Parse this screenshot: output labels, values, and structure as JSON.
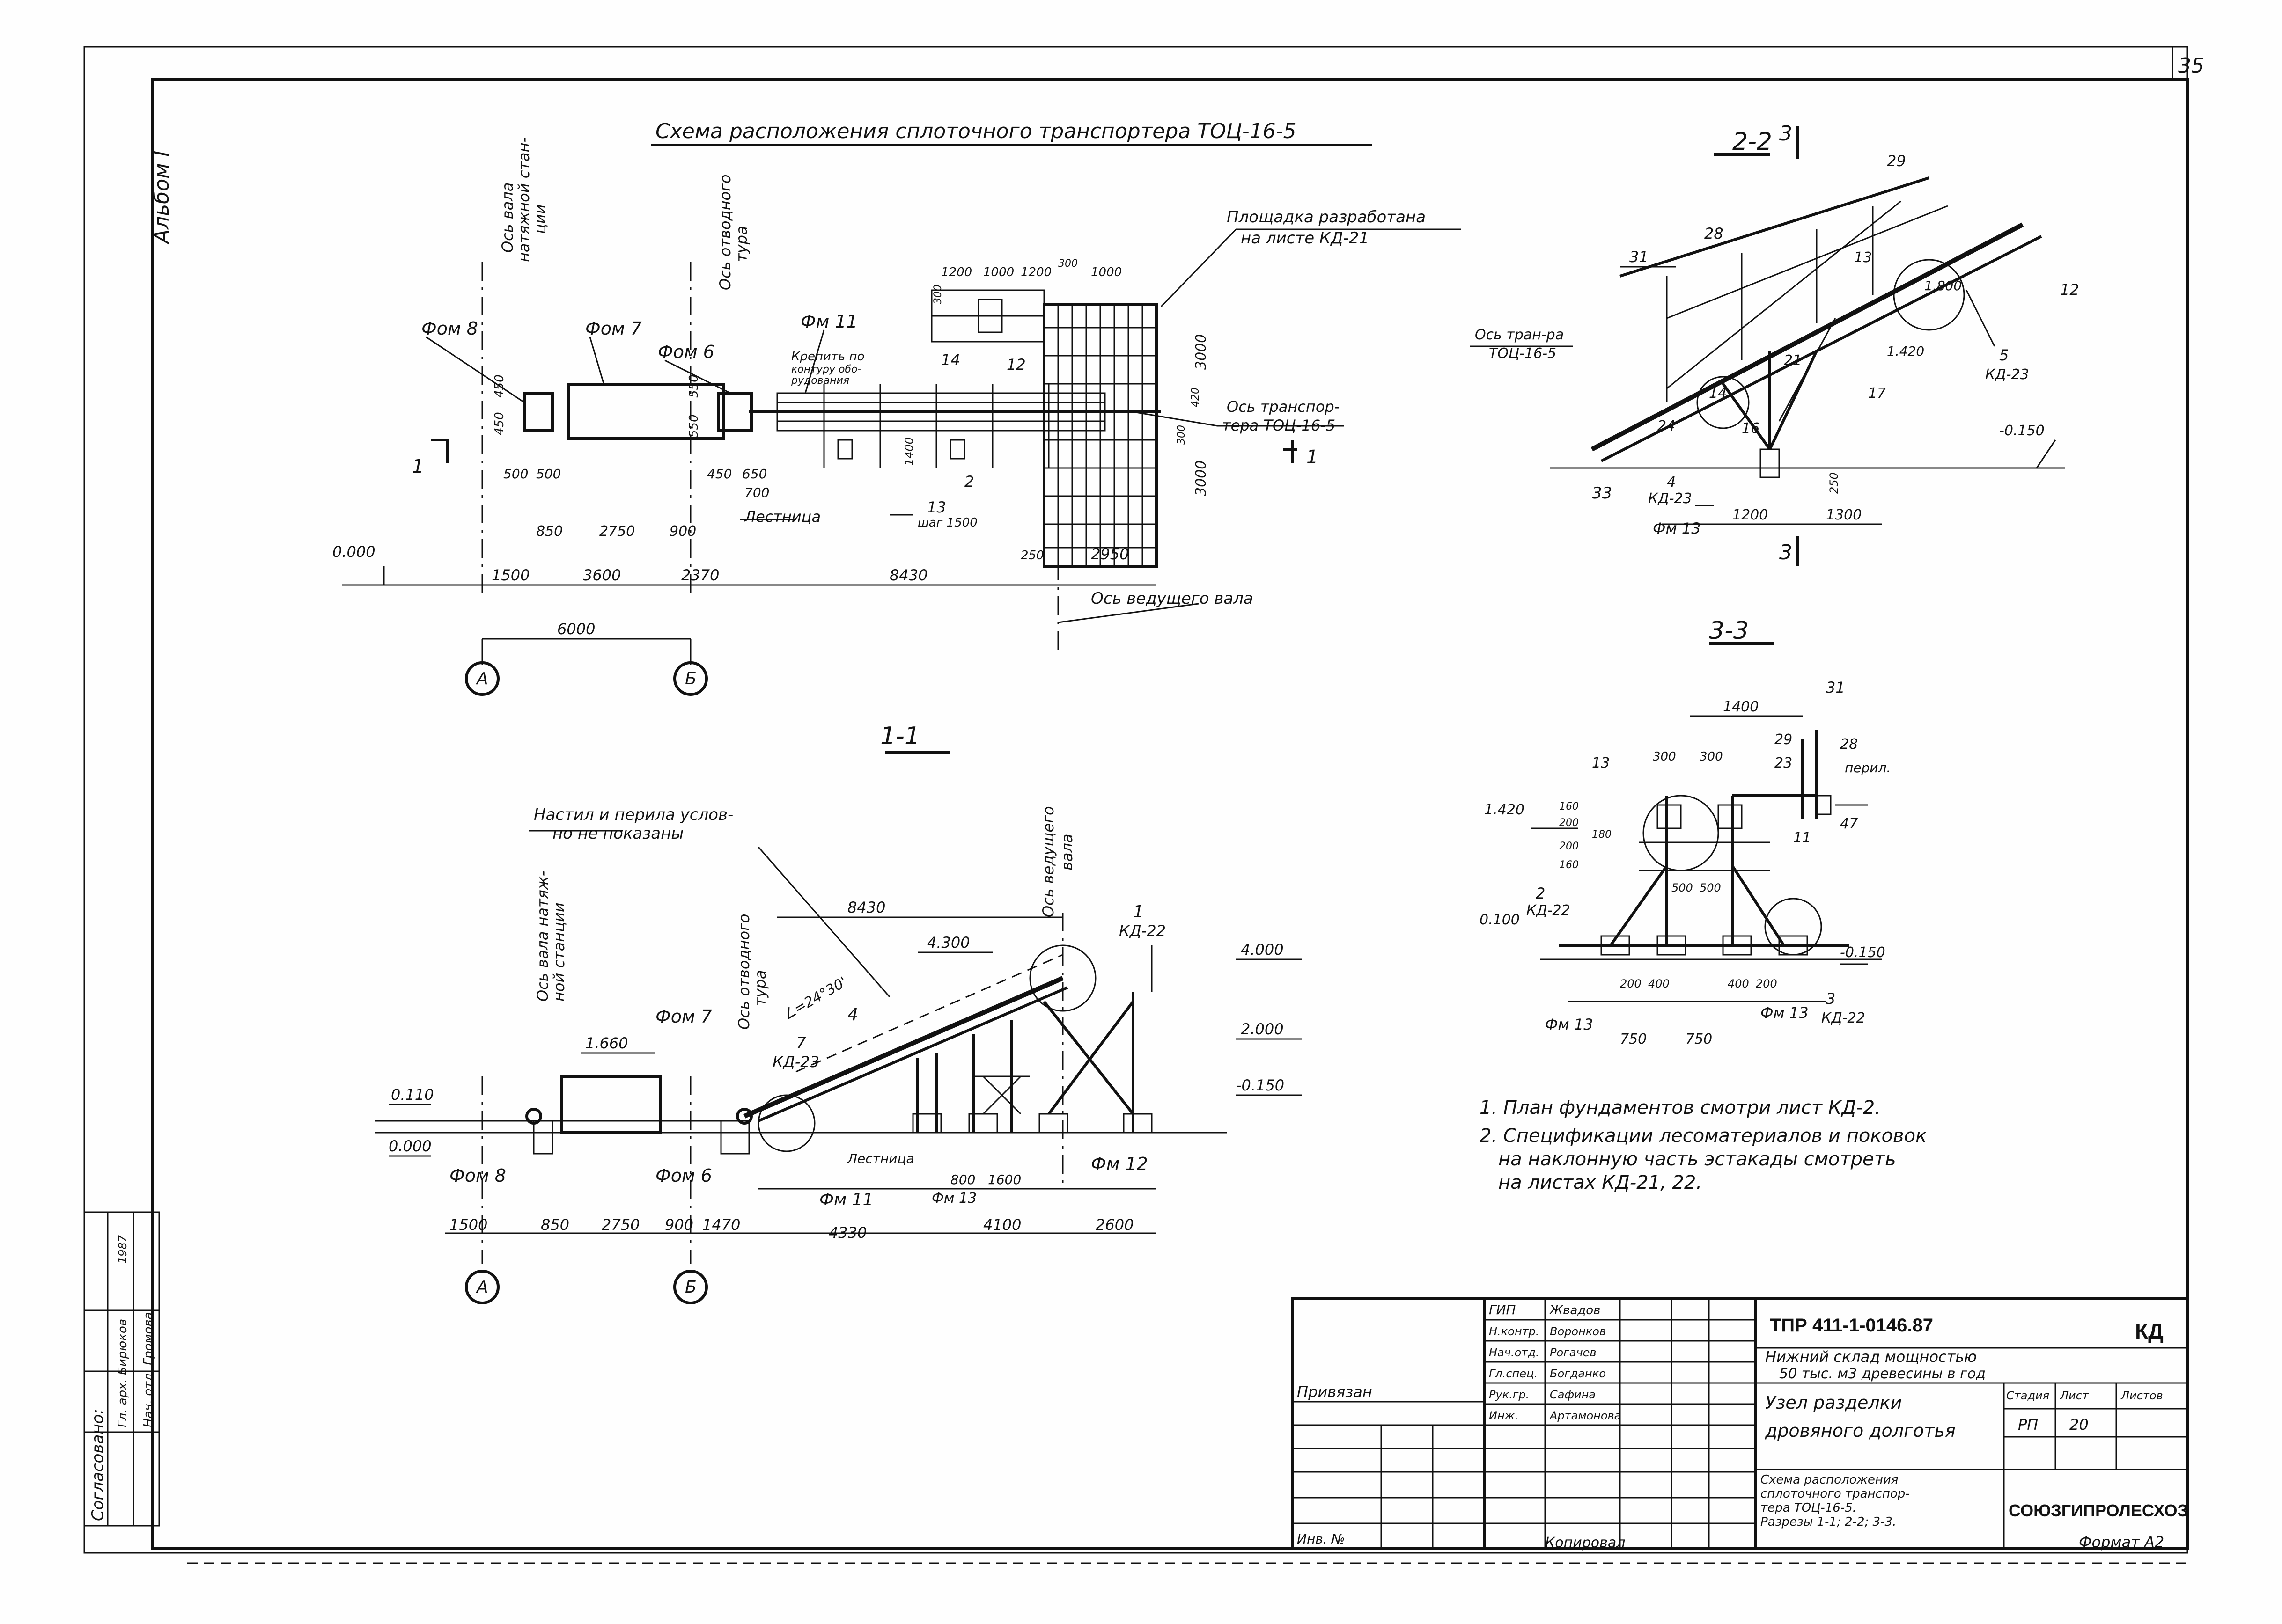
{
  "sheet": {
    "page_number": "35",
    "album": "Альбом I",
    "format": "Формат А2",
    "copied": "Копировал"
  },
  "plan": {
    "title": "Схема расположения сплоточного транспортера ТОЦ-16-5",
    "platform_note_1": "Площадка разработана",
    "platform_note_2": "на листе КД-21",
    "axis_tension_1": "Ось вала",
    "axis_tension_2": "натяжной стан-",
    "axis_tension_3": "ции",
    "axis_guide_1": "Ось отводного",
    "axis_guide_2": "тура",
    "axis_conveyor_1": "Ось транспор-",
    "axis_conveyor_2": "тера ТОЦ-16-5",
    "axis_drive": "Ось ведущего вала",
    "fm8": "Фом 8",
    "fm7": "Фом 7",
    "fm6": "Фом 6",
    "fm11": "Фм 11",
    "fix_1": "Крепить по",
    "fix_2": "контуру обо-",
    "fix_3": "рудования",
    "stairs": "Лестница",
    "step": "шаг 1500",
    "level": "0.000",
    "marks": [
      "14",
      "12",
      "1",
      "2",
      "13",
      "1"
    ],
    "dims": [
      "450",
      "450",
      "550",
      "550",
      "500",
      "500",
      "450",
      "650",
      "700",
      "850",
      "2750",
      "900",
      "1500",
      "3600",
      "2370",
      "8430",
      "6000",
      "1200",
      "1000",
      "1200",
      "300",
      "1000",
      "300",
      "3000",
      "420",
      "300",
      "3000",
      "1400",
      "250",
      "2950"
    ],
    "axes": [
      "А",
      "Б"
    ]
  },
  "section_11": {
    "title": "1-1",
    "note_1": "Настил и перила услов-",
    "note_2": "но не показаны",
    "axis_tension_1": "Ось вала натяж-",
    "axis_tension_2": "ной станции",
    "axis_guide_1": "Ось отводного",
    "axis_guide_2": "тура",
    "axis_drive_1": "Ось ведущего",
    "axis_drive_2": "вала",
    "angle": "∠=24°30'",
    "fm7": "Фом 7",
    "fm8": "Фом 8",
    "fm6": "Фом 6",
    "fm11": "Фм 11",
    "fm13": "Фм 13",
    "fm12": "Фм 12",
    "kd23": "КД-23",
    "kd22": "КД-22",
    "mark_7": "7",
    "mark_1": "1",
    "mark_4": "4",
    "stairs": "Лестница",
    "levels": [
      "4.300",
      "4.000",
      "2.000",
      "-0.150",
      "1.660",
      "0.110",
      "0.000"
    ],
    "dims": [
      "8430",
      "1500",
      "850",
      "2750",
      "900",
      "1470",
      "4330",
      "800",
      "1600",
      "4100",
      "2600"
    ],
    "axes": [
      "А",
      "Б"
    ]
  },
  "section_22": {
    "title": "2-2",
    "cut": "3",
    "axis_1": "Ось тран-ра",
    "axis_2": "ТОЦ-16-5",
    "marks": [
      "29",
      "28",
      "31",
      "13",
      "12",
      "21",
      "17",
      "14",
      "16",
      "24",
      "33",
      "4",
      "5"
    ],
    "kd23a": "КД-23",
    "kd23b": "КД-23",
    "fm13": "Фм 13",
    "levels": [
      "1.800",
      "1.420",
      "-0.150"
    ],
    "dims": [
      "250",
      "1200",
      "1300"
    ]
  },
  "section_33": {
    "title": "3-3",
    "marks": [
      "31",
      "29",
      "28",
      "13",
      "23",
      "47",
      "11",
      "2",
      "3"
    ],
    "railing": "перил.",
    "kd22a": "КД-22",
    "kd22b": "КД-22",
    "fm13a": "Фм 13",
    "fm13b": "Фм 13",
    "levels": [
      "1.420",
      "0.100",
      "-0.150"
    ],
    "dims": [
      "1400",
      "300",
      "300",
      "160",
      "200",
      "200",
      "160",
      "180",
      "500",
      "500",
      "200",
      "400",
      "400",
      "200",
      "750",
      "750"
    ]
  },
  "notes": {
    "n1": "1. План фундаментов смотри лист КД-2.",
    "n2a": "2. Спецификации лесоматериалов и поковок",
    "n2b": "на наклонную часть эстакады смотреть",
    "n2c": "на листах КД-21, 22."
  },
  "title_block": {
    "doc_code": "ТПР 411-1-0146.87",
    "mark": "КД",
    "object_1": "Нижний склад мощностью",
    "object_2": "50 тыс. м3 древесины в год",
    "node_1": "Узел разделки",
    "node_2": "дровяного долготья",
    "stage_h": "Стадия",
    "sheet_h": "Лист",
    "sheets_h": "Листов",
    "stage": "РП",
    "sheet": "20",
    "desc_1": "Схема расположения",
    "desc_2": "сплоточного транспор-",
    "desc_3": "тера ТОЦ-16-5.",
    "desc_4": "Разрезы 1-1; 2-2; 3-3.",
    "org": "СОЮЗГИПРОЛЕСХОЗ",
    "roles": [
      "ГИП",
      "Н.контр.",
      "Нач.отд.",
      "Гл.спец.",
      "Рук.гр.",
      "Инж."
    ],
    "names": [
      "Жвадов",
      "Воронков",
      "Рогачев",
      "Богданко",
      "Сафина",
      "Артамонова"
    ],
    "bound": "Привязан",
    "inv": "Инв. №"
  },
  "approval": {
    "agreed": "Согласовано:",
    "r1": "Гл. арх. Бирюков",
    "r2": "Нач. отд. Громова",
    "year": "1987"
  }
}
